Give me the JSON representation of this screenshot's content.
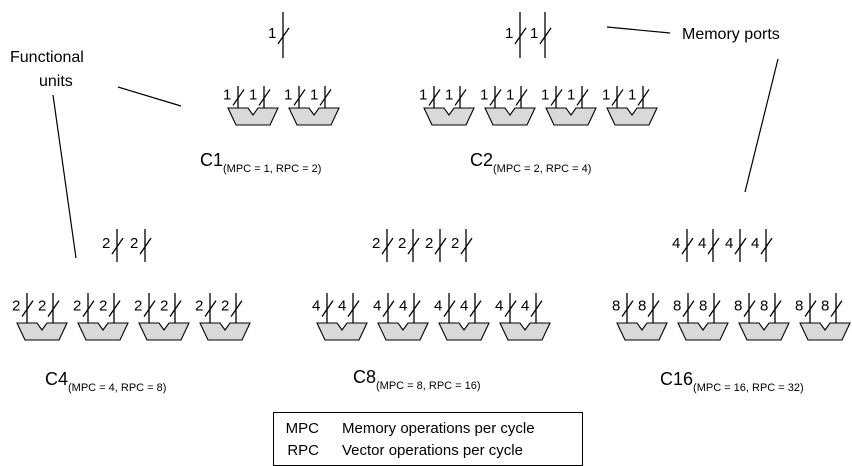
{
  "labels": {
    "functional_units": [
      "Functional",
      "units"
    ],
    "memory_ports": "Memory ports"
  },
  "configurations": [
    {
      "name": "C1",
      "params": "(MPC = 1, RPC = 2)",
      "memory_port_width": "1",
      "input_width": "1",
      "memory_ports": 1,
      "functional_units": 2
    },
    {
      "name": "C2",
      "params": "(MPC = 2, RPC = 4)",
      "memory_port_width": "1",
      "input_width": "1",
      "memory_ports": 2,
      "functional_units": 4
    },
    {
      "name": "C4",
      "params": "(MPC = 4, RPC = 8)",
      "memory_port_width": "2",
      "input_width": "2",
      "memory_ports": 2,
      "functional_units": 4
    },
    {
      "name": "C8",
      "params": "(MPC = 8, RPC = 16)",
      "memory_port_width": "2",
      "input_width": "4",
      "memory_ports": 4,
      "functional_units": 4
    },
    {
      "name": "C16",
      "params": "(MPC = 16, RPC = 32)",
      "memory_port_width": "4",
      "input_width": "8",
      "memory_ports": 4,
      "functional_units": 4
    }
  ],
  "legend": [
    {
      "abbr": "MPC",
      "desc": "Memory operations per cycle"
    },
    {
      "abbr": "RPC",
      "desc": "Vector operations per cycle"
    }
  ]
}
